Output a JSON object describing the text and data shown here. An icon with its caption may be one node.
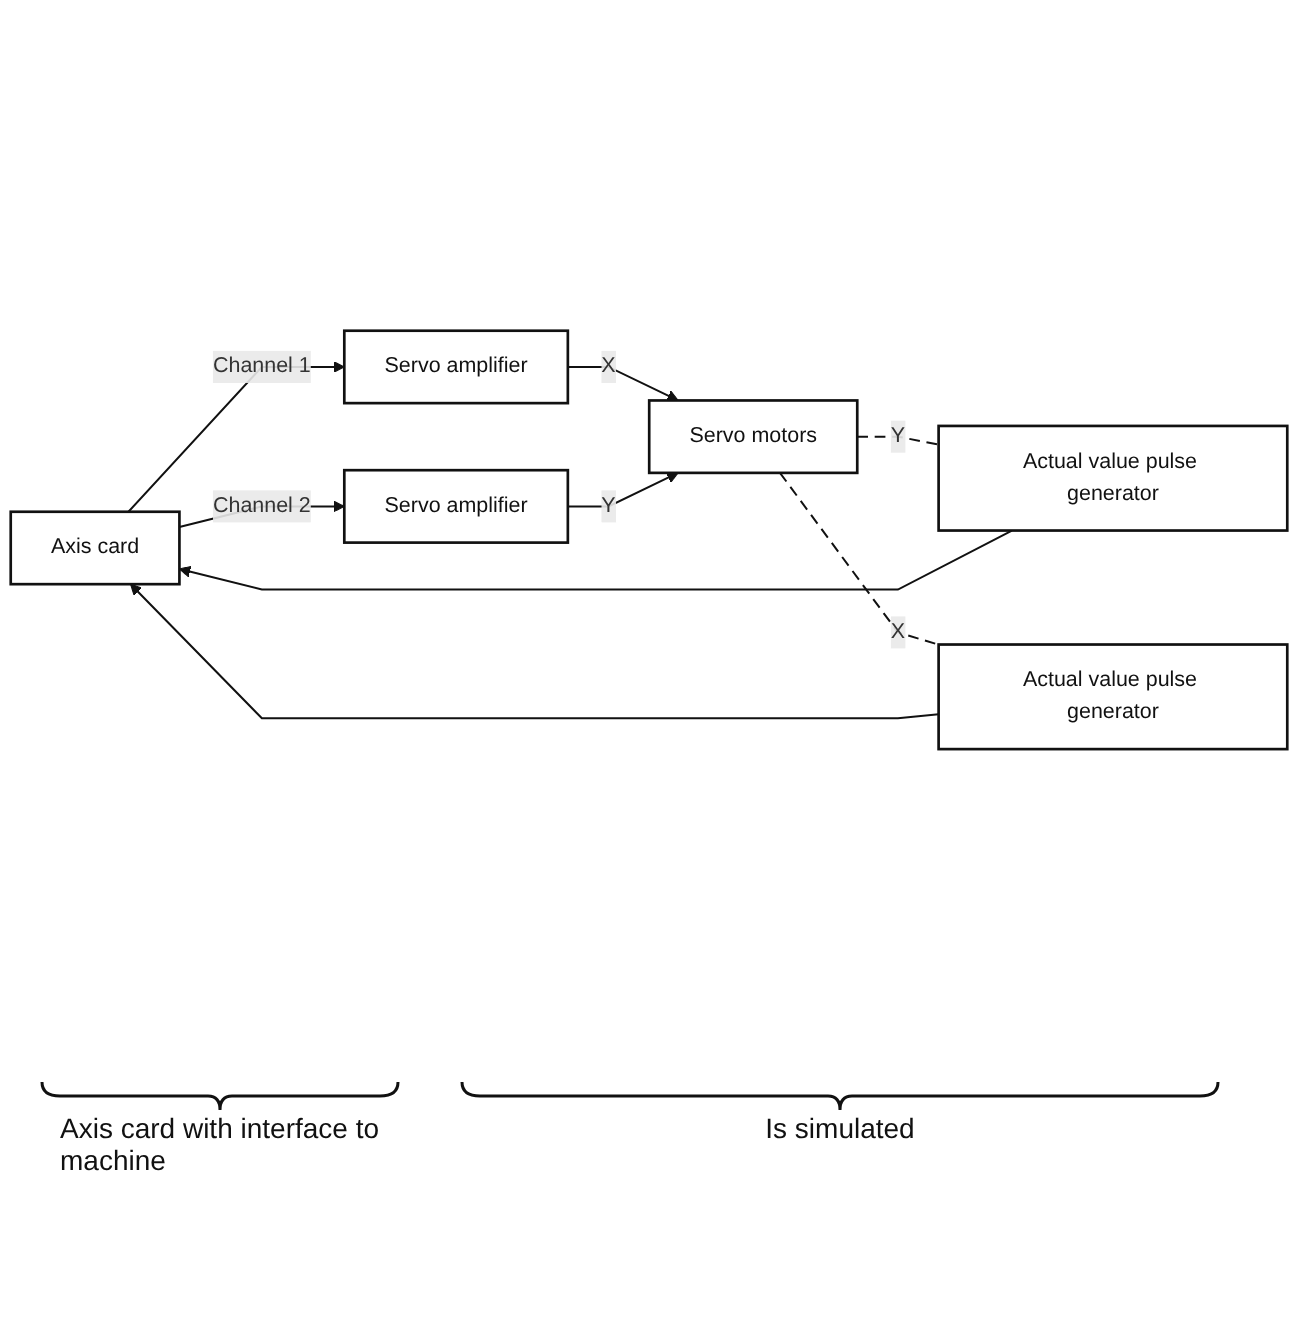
{
  "diagram": {
    "nodes": [
      {
        "text": [
          "Axis card"
        ]
      },
      {
        "text": [
          "Servo amplifier"
        ]
      },
      {
        "text": [
          "Servo amplifier"
        ]
      },
      {
        "text": [
          "Servo motors"
        ]
      },
      {
        "text": [
          "Actual value pulse generator"
        ]
      },
      {
        "text": [
          "Actual value pulse generator"
        ]
      }
    ],
    "edges": [
      {
        "from": 0,
        "to": 1,
        "arrow": "to",
        "label": "Channel 1"
      },
      {
        "from": 0,
        "to": 2,
        "arrow": "to",
        "label": "Channel 2"
      },
      {
        "from": 1,
        "to": 3,
        "arrow": "to",
        "label": "X"
      },
      {
        "from": 2,
        "to": 3,
        "arrow": "to",
        "label": "Y"
      },
      {
        "from": 3,
        "to": 4,
        "arrow": "none",
        "label": "Y",
        "style": "dashed"
      },
      {
        "from": 3,
        "to": 5,
        "arrow": "none",
        "label": "X",
        "style": "dashed"
      },
      {
        "from": 4,
        "to": 0,
        "arrow": "to"
      },
      {
        "from": 5,
        "to": 0,
        "arrow": "to"
      }
    ],
    "labels": [
      "Axis card with interface to machine",
      "Is simulated"
    ]
  }
}
